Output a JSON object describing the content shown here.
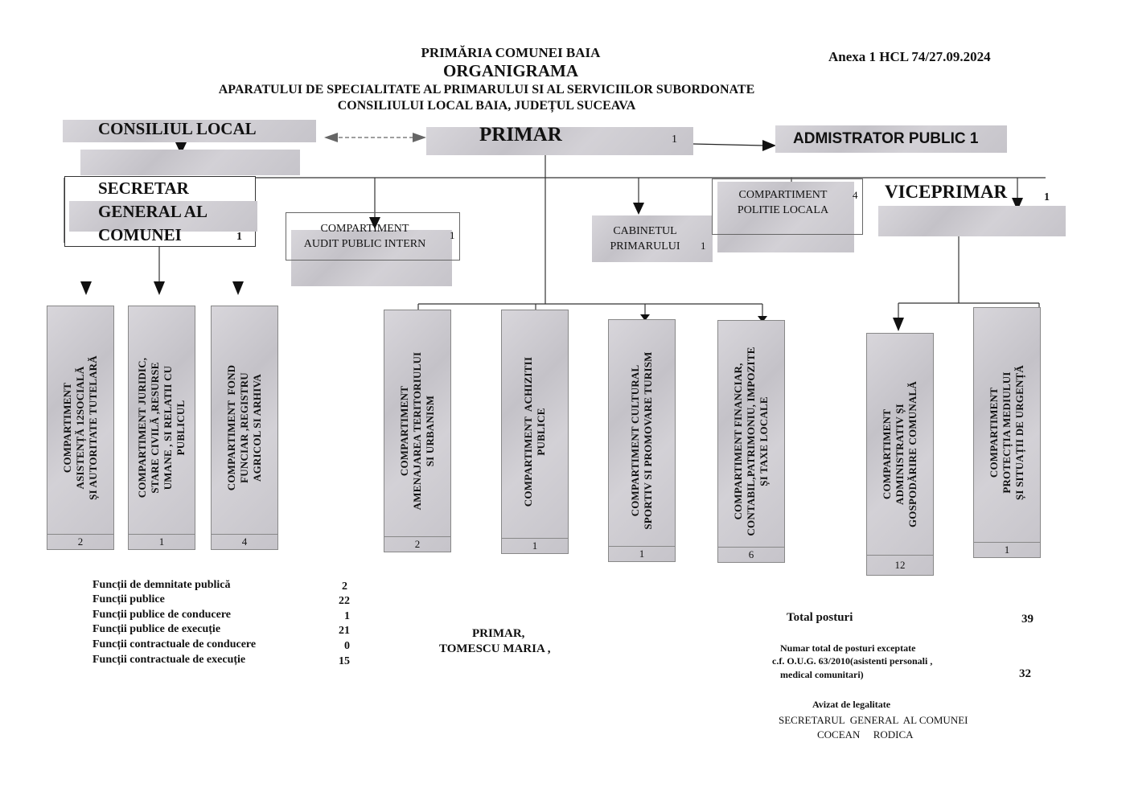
{
  "header": {
    "line1": "PRIMĂRIA COMUNEI BAIA",
    "line2": "ORGANIGRAMA",
    "line3": "APARATULUI DE SPECIALITATE AL PRIMARULUI SI AL SERVICIILOR SUBORDONATE",
    "line4": "CONSILIULUI LOCAL BAIA, JUDEȚUL SUCEAVA",
    "annex": "Anexa 1 HCL 74/27.09.2024"
  },
  "top": {
    "consiliu": "CONSILIUL LOCAL",
    "primar": "PRIMAR",
    "primar_count": "1",
    "administrator": "ADMISTRATOR PUBLIC 1"
  },
  "second": {
    "secretar": "SECRETAR\nGENERAL AL\nCOMUNEI",
    "secretar_count": "1",
    "audit": "COMPARTIMENT\nAUDIT PUBLIC INTERN",
    "audit_count": "1",
    "cabinet": "CABINETUL\nPRIMARULUI",
    "cabinet_count": "1",
    "politie": "COMPARTIMENT\nPOLITIE LOCALA",
    "politie_count": "4",
    "viceprimar": "VICEPRIMAR",
    "viceprimar_count": "1"
  },
  "departments": [
    {
      "name": "COMPARTIMENT\nASISTENȚĂ 12SOCIALĂ\nȘI AUTORITATE TUTELARĂ",
      "count": "2"
    },
    {
      "name": "COMPARTIMENT JURIDIC,\nSTARE CIVILĂ ,RESURSE\nUMANE , SI RELATII CU\nPUBLICUL",
      "count": "1"
    },
    {
      "name": "COMPARTIMENT  FOND\nFUNCIAR ,REGISTRU\nAGRICOL SI ARHIVA",
      "count": "4"
    },
    {
      "name": "COMPARTIMENT\nAMENAJAREA TERITORIULUI\nSI URBANISM",
      "count": "2"
    },
    {
      "name": "COMPARTIMENT  ACHIZITII\nPUBLICE",
      "count": "1"
    },
    {
      "name": "COMPARTIMENT CULTURAL\nSPORTIV SI PROMOVARE TURISM",
      "count": "1"
    },
    {
      "name": "COMPARTIMENT FINANCIAR,\nCONTABIL,PATRIMONIU, IMPOZITE\nȘI TAXE LOCALE",
      "count": "6"
    },
    {
      "name": "COMPARTIMENT\nADMINISTRATIV ȘI\nGOSPODĂRIRE COMUNALĂ",
      "count": "12"
    },
    {
      "name": "COMPARTIMENT\nPROTECȚIA MEDIULUI\nȘI SITUAȚII DE URGENȚĂ",
      "count": "1"
    }
  ],
  "stats": [
    {
      "label": "Funcții de demnitate publică",
      "value": "2"
    },
    {
      "label": "Funcții publice",
      "value": "22"
    },
    {
      "label": "Funcții publice de conducere",
      "value": "1"
    },
    {
      "label": "Funcții publice de execuție",
      "value": "21"
    },
    {
      "label": "Funcții contractuale de conducere",
      "value": "0"
    },
    {
      "label": "Funcții contractuale de execuție",
      "value": "15"
    }
  ],
  "signature": {
    "title": "PRIMAR,",
    "name": "TOMESCU MARIA ,"
  },
  "totals": {
    "total_label": "Total posturi",
    "total_value": "39",
    "except_line1": "Numar total de posturi exceptate",
    "except_line2": "c.f. O.U.G. 63/2010(asistenti personali ,",
    "except_line3": "medical comunitari)",
    "except_value": "32"
  },
  "endorsement": {
    "line1": "Avizat de legalitate",
    "line2": "SECRETARUL  GENERAL  AL COMUNEI",
    "line3": "COCEAN     RODICA"
  }
}
